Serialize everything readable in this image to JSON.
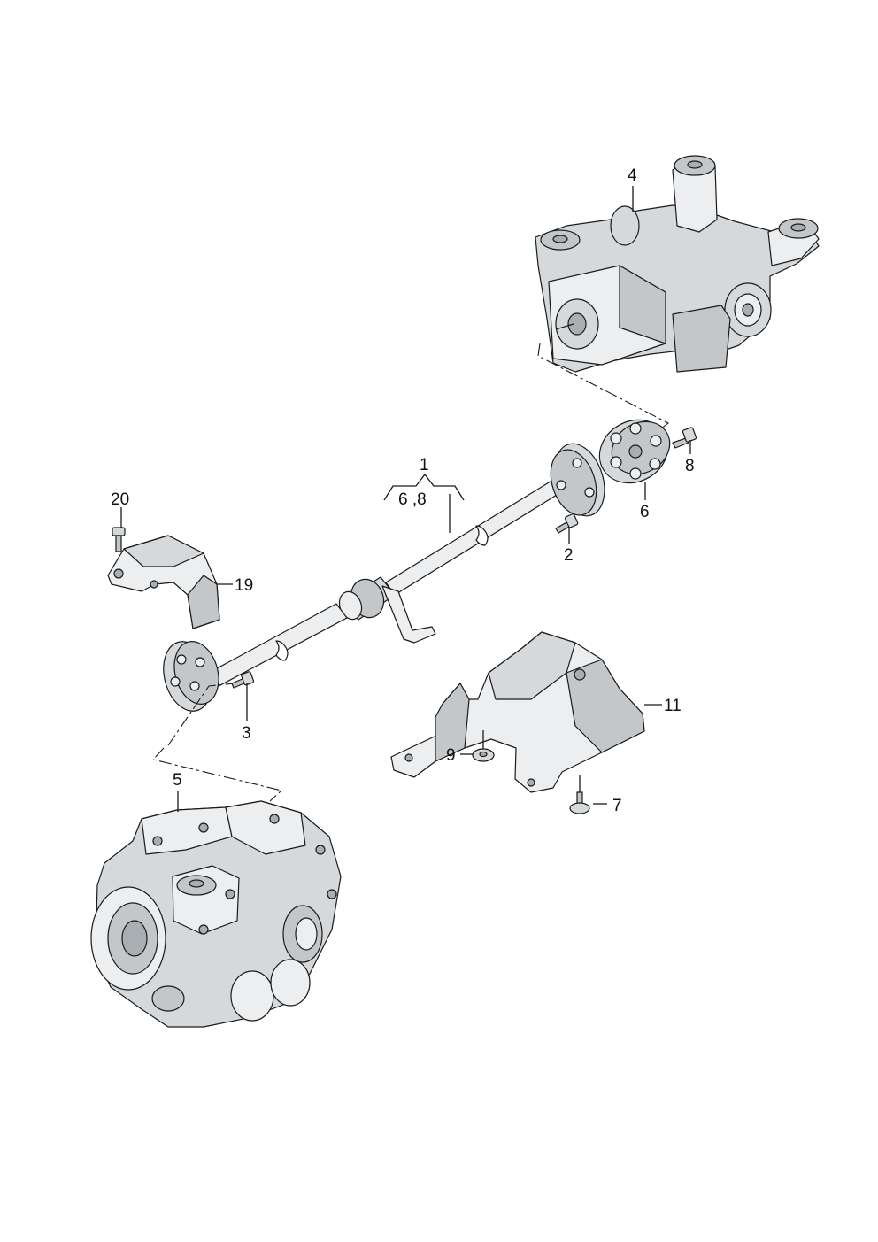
{
  "callouts": {
    "c1": "1",
    "c68": "6 ,8",
    "c2": "2",
    "c3": "3",
    "c4": "4",
    "c5": "5",
    "c6": "6",
    "c7": "7",
    "c8": "8",
    "c9": "9",
    "c11": "11",
    "c19": "19",
    "c20": "20"
  },
  "parts": [
    {
      "ref": "1",
      "name": "propshaft"
    },
    {
      "ref": "2",
      "name": "bolt"
    },
    {
      "ref": "3",
      "name": "bolt"
    },
    {
      "ref": "4",
      "name": "rear final drive"
    },
    {
      "ref": "5",
      "name": "gearbox"
    },
    {
      "ref": "6",
      "name": "flexible joint"
    },
    {
      "ref": "7",
      "name": "bolt"
    },
    {
      "ref": "8",
      "name": "bolt"
    },
    {
      "ref": "9",
      "name": "nut"
    },
    {
      "ref": "11",
      "name": "heat shield"
    },
    {
      "ref": "19",
      "name": "heat shield"
    },
    {
      "ref": "20",
      "name": "bolt"
    }
  ]
}
